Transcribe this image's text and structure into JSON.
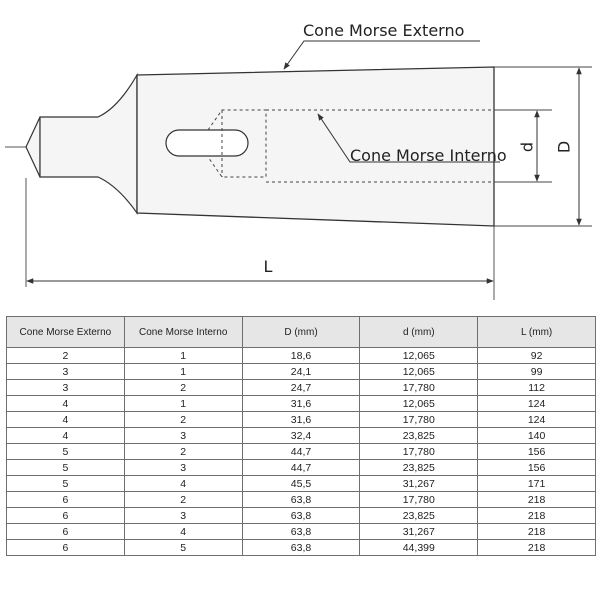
{
  "drawing": {
    "label_external": "Cone Morse Externo",
    "label_internal": "Cone Morse Interno",
    "dim_d": "d",
    "dim_D": "D",
    "dim_L": "L"
  },
  "table": {
    "headers": [
      "Cone Morse Externo",
      "Cone Morse Interno",
      "D (mm)",
      "d (mm)",
      "L (mm)"
    ],
    "rows": [
      [
        "2",
        "1",
        "18,6",
        "12,065",
        "92"
      ],
      [
        "3",
        "1",
        "24,1",
        "12,065",
        "99"
      ],
      [
        "3",
        "2",
        "24,7",
        "17,780",
        "112"
      ],
      [
        "4",
        "1",
        "31,6",
        "12,065",
        "124"
      ],
      [
        "4",
        "2",
        "31,6",
        "17,780",
        "124"
      ],
      [
        "4",
        "3",
        "32,4",
        "23,825",
        "140"
      ],
      [
        "5",
        "2",
        "44,7",
        "17,780",
        "156"
      ],
      [
        "5",
        "3",
        "44,7",
        "23,825",
        "156"
      ],
      [
        "5",
        "4",
        "45,5",
        "31,267",
        "171"
      ],
      [
        "6",
        "2",
        "63,8",
        "17,780",
        "218"
      ],
      [
        "6",
        "3",
        "63,8",
        "23,825",
        "218"
      ],
      [
        "6",
        "4",
        "63,8",
        "31,267",
        "218"
      ],
      [
        "6",
        "5",
        "63,8",
        "44,399",
        "218"
      ]
    ]
  }
}
